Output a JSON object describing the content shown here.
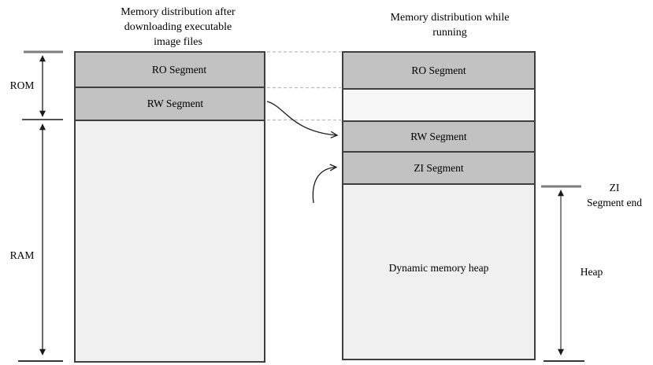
{
  "colors": {
    "segmentGray": "#c2c2c2",
    "lightFill": "#f0f0f0",
    "gapFill": "#f6f6f6",
    "borderDark": "#3f3f3f",
    "lineBlack": "#1a1a1a",
    "tickGray": "#7d7d7d",
    "dashGray": "#b9b9b9"
  },
  "left_column": {
    "title_line1": "Memory distribution after",
    "title_line2": "downloading executable",
    "title_line3": "image files",
    "ro_segment": "RO Segment",
    "rw_segment": "RW Segment"
  },
  "right_column": {
    "title_line1": "Memory distribution while",
    "title_line2": "running",
    "ro_segment": "RO Segment",
    "rw_segment": "RW Segment",
    "zi_segment": "ZI Segment",
    "heap_area": "Dynamic memory heap"
  },
  "side_labels": {
    "rom": "ROM",
    "ram": "RAM",
    "zi_end_line1": "ZI",
    "zi_end_line2": "Segment end",
    "heap": "Heap"
  }
}
